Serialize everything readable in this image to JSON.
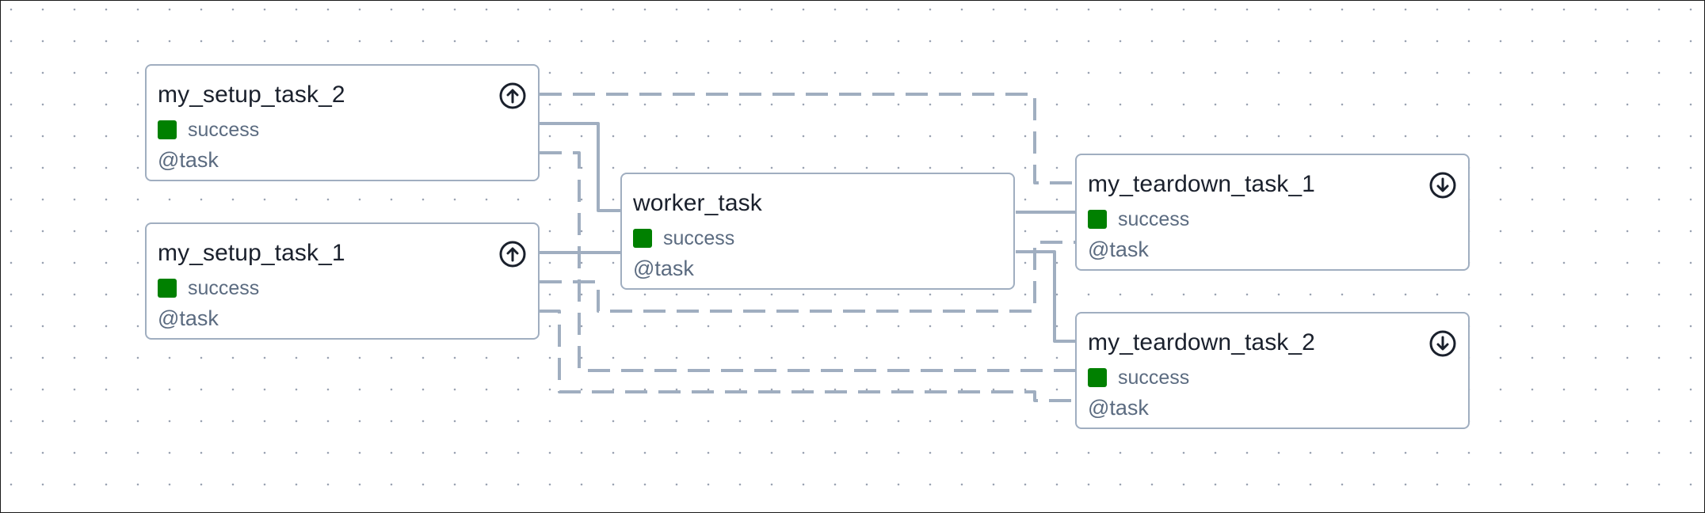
{
  "canvas": {
    "background": "#ffffff",
    "dot_color": "#9aa3b2",
    "edge_color": "#a0aec0",
    "success_color": "#008000"
  },
  "nodes": {
    "my_setup_task_2": {
      "title": "my_setup_task_2",
      "state": "success",
      "operator": "@task",
      "icon": "arrow-up-circle-icon"
    },
    "my_setup_task_1": {
      "title": "my_setup_task_1",
      "state": "success",
      "operator": "@task",
      "icon": "arrow-up-circle-icon"
    },
    "worker_task": {
      "title": "worker_task",
      "state": "success",
      "operator": "@task"
    },
    "my_teardown_task_1": {
      "title": "my_teardown_task_1",
      "state": "success",
      "operator": "@task",
      "icon": "arrow-down-circle-icon"
    },
    "my_teardown_task_2": {
      "title": "my_teardown_task_2",
      "state": "success",
      "operator": "@task",
      "icon": "arrow-down-circle-icon"
    }
  },
  "edges": [
    {
      "from": "my_setup_task_2",
      "to": "worker_task",
      "style": "solid"
    },
    {
      "from": "my_setup_task_1",
      "to": "worker_task",
      "style": "solid"
    },
    {
      "from": "worker_task",
      "to": "my_teardown_task_1",
      "style": "solid"
    },
    {
      "from": "worker_task",
      "to": "my_teardown_task_2",
      "style": "solid"
    },
    {
      "from": "my_setup_task_2",
      "to": "my_teardown_task_1",
      "style": "dashed"
    },
    {
      "from": "my_setup_task_2",
      "to": "my_teardown_task_2",
      "style": "dashed"
    },
    {
      "from": "my_setup_task_1",
      "to": "my_teardown_task_1",
      "style": "dashed"
    },
    {
      "from": "my_setup_task_1",
      "to": "my_teardown_task_2",
      "style": "dashed"
    }
  ]
}
